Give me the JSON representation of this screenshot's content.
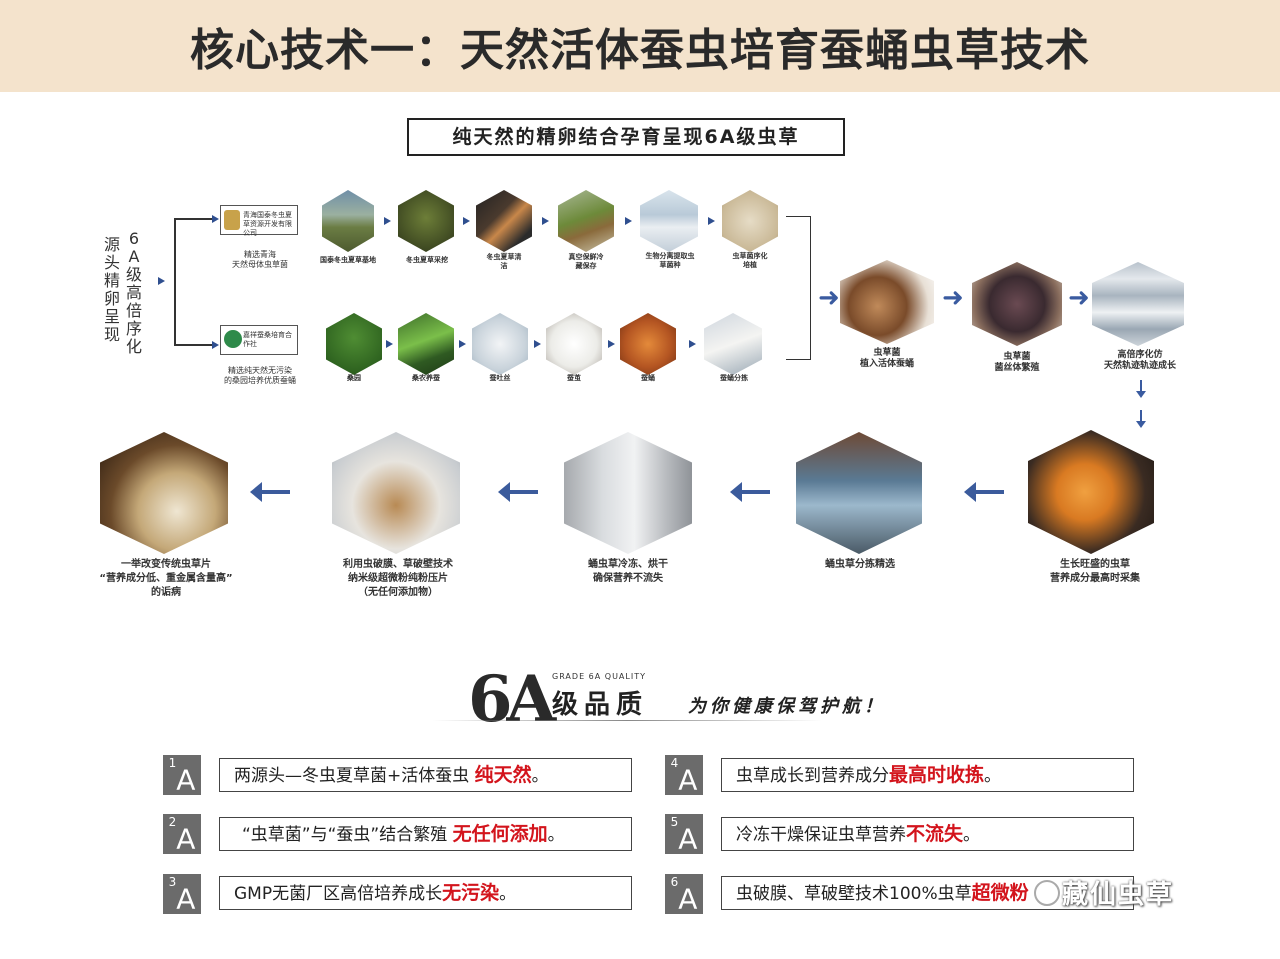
{
  "header": {
    "title": "核心技术一：天然活体蚕虫培育蚕蛹虫草技术"
  },
  "subtitle": "纯天然的精卵结合孕育呈现6A级虫草",
  "source": {
    "col1": "6A级高倍序化",
    "col2": "源头精卵呈现"
  },
  "row1": {
    "badge": "青海国泰冬虫夏草资源开发有限公司",
    "caption": [
      "精选青海",
      "天然母体虫草菌"
    ],
    "steps": [
      "国泰冬虫夏草基地",
      "冬虫夏草采挖",
      "冬虫夏草清洁",
      "真空保鲜冷藏保存",
      "生物分离提取虫草菌种",
      "虫草菌序化培植"
    ]
  },
  "row2": {
    "badge": "嘉祥蚕桑培育合作社",
    "caption": [
      "精选纯天然无污染",
      "的桑园培养优质蚕蛹"
    ],
    "steps": [
      "桑园",
      "桑农养蚕",
      "蚕吐丝",
      "蚕茧",
      "蚕蛹",
      "蚕蛹分拣"
    ]
  },
  "stage2": [
    {
      "l1": "虫草菌",
      "l2": "植入活体蚕蛹"
    },
    {
      "l1": "虫草菌",
      "l2": "菌丝体繁殖"
    },
    {
      "l1": "高倍序化仿",
      "l2": "天然轨迹轨迹成长"
    }
  ],
  "stage3": [
    {
      "l1": "生长旺盛的虫草",
      "l2": "营养成分最高时采集",
      "l3": ""
    },
    {
      "l1": "蛹虫草分拣精选",
      "l2": "",
      "l3": ""
    },
    {
      "l1": "蛹虫草冷冻、烘干",
      "l2": "确保营养不流失",
      "l3": ""
    },
    {
      "l1": "利用虫破膜、草破壁技术",
      "l2": "纳米级超微粉纯粉压片",
      "l3": "（无任何添加物）"
    },
    {
      "l1": "一举改变传统虫草片",
      "l2": "“营养成分低、重金属含量高”",
      "l3": "的诟病"
    }
  ],
  "quality": {
    "logo": "6A",
    "grade_en": "GRADE 6A QUALITY",
    "grade_cn": "级品质",
    "slogan": "为你健康保驾护航！",
    "items": [
      {
        "n": "1",
        "a": "A",
        "text": "两源头—冬虫夏草菌+活体蚕虫 ",
        "hl": "纯天然",
        "end": "。"
      },
      {
        "n": "2",
        "a": "A",
        "text": "“虫草菌”与“蚕虫”结合繁殖 ",
        "hl": "无任何添加",
        "end": "。"
      },
      {
        "n": "3",
        "a": "A",
        "text": "GMP无菌厂区高倍培养成长",
        "hl": "无污染",
        "end": "。"
      },
      {
        "n": "4",
        "a": "A",
        "text": "虫草成长到营养成分",
        "hl": "最高时收拣",
        "end": "。"
      },
      {
        "n": "5",
        "a": "A",
        "text": "冷冻干燥保证虫草营养",
        "hl": "不流失",
        "end": "。"
      },
      {
        "n": "6",
        "a": "A",
        "text": "虫破膜、草破壁技术100%虫草",
        "hl": "超微粉",
        "end": ""
      }
    ]
  },
  "watermark": "藏仙虫草",
  "colors": {
    "header_bg": "#f4e3cc",
    "accent_red": "#d3141c",
    "arrow_blue": "#3a5ba0",
    "label_grey": "#6b6b6b"
  }
}
